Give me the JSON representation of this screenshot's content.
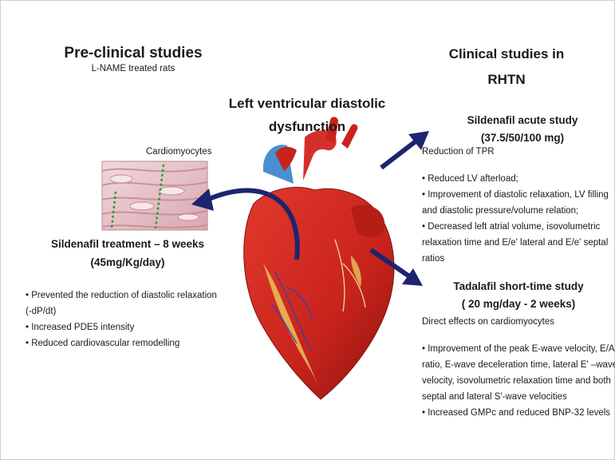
{
  "preclinical": {
    "title": "Pre-clinical studies",
    "subtitle": "L-NAME treated rats",
    "cell_label": "Cardiomyocytes",
    "treatment_line1": "Sildenafil treatment – 8 weeks",
    "treatment_line2": "(45mg/Kg/day)",
    "findings": [
      "• Prevented the reduction of diastolic relaxation",
      "(-dP/dt)",
      "• Increased PDE5 intensity",
      "• Reduced cardiovascular remodelling"
    ]
  },
  "center": {
    "title_line1": "Left ventricular diastolic",
    "title_line2": "dysfunction"
  },
  "clinical": {
    "title_line1": "Clinical studies in",
    "title_line2": "RHTN",
    "acute": {
      "title_line1": "Sildenafil acute study",
      "title_line2": "(37.5/50/100 mg)",
      "lead": "Reduction of TPR",
      "items": [
        "• Reduced LV afterload;",
        "• Improvement of diastolic relaxation, LV filling",
        "and diastolic pressure/volume relation;",
        "• Decreased left atrial volume, isovolumetric",
        "relaxation time and E/e' lateral and E/e' septal",
        "ratios"
      ]
    },
    "tadalafil": {
      "title_line1": "Tadalafil short-time study",
      "title_line2": "( 20 mg/day - 2 weeks)",
      "lead": "Direct effects on cardiomyocytes",
      "items": [
        "• Improvement of the peak E-wave velocity, E/A",
        "ratio, E-wave deceleration time, lateral E' –wave",
        "velocity, isovolumetric relaxation time and both",
        "septal and lateral S'-wave velocities",
        "• Increased GMPc and reduced BNP-32 levels"
      ]
    }
  },
  "colors": {
    "arrow": "#1f2470",
    "heart_red": "#c8231c",
    "heart_dark": "#8c1410",
    "aorta_blue": "#4a8fcf",
    "fat_yellow": "#e9c35a",
    "cell_pink": "#e8c6cc"
  }
}
